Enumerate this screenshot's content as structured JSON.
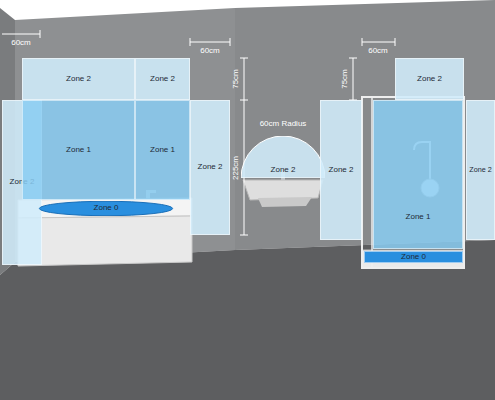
{
  "diagram": {
    "nodes": [
      {
        "text": [
          "Zone 2"
        ]
      },
      {
        "text": [
          "Zone 2"
        ]
      },
      {
        "text": [
          "Zone 2"
        ]
      },
      {
        "text": [
          "Zone 1"
        ]
      },
      {
        "text": [
          "Zone 1"
        ]
      },
      {
        "text": [
          "Zone 2"
        ]
      },
      {
        "text": [
          "Zone 0"
        ]
      },
      {
        "text": [
          "Zone 2"
        ]
      },
      {
        "text": [
          "Zone 2"
        ]
      },
      {
        "text": [
          "Zone 2"
        ]
      },
      {
        "text": [
          "Zone 1"
        ]
      },
      {
        "text": [
          "Zone 0"
        ]
      },
      {
        "text": [
          "Zone 2"
        ]
      }
    ],
    "labels": [
      "60cm",
      "60cm",
      "75cm",
      "225cm",
      "60cm Radius",
      "60cm",
      "75cm"
    ]
  }
}
